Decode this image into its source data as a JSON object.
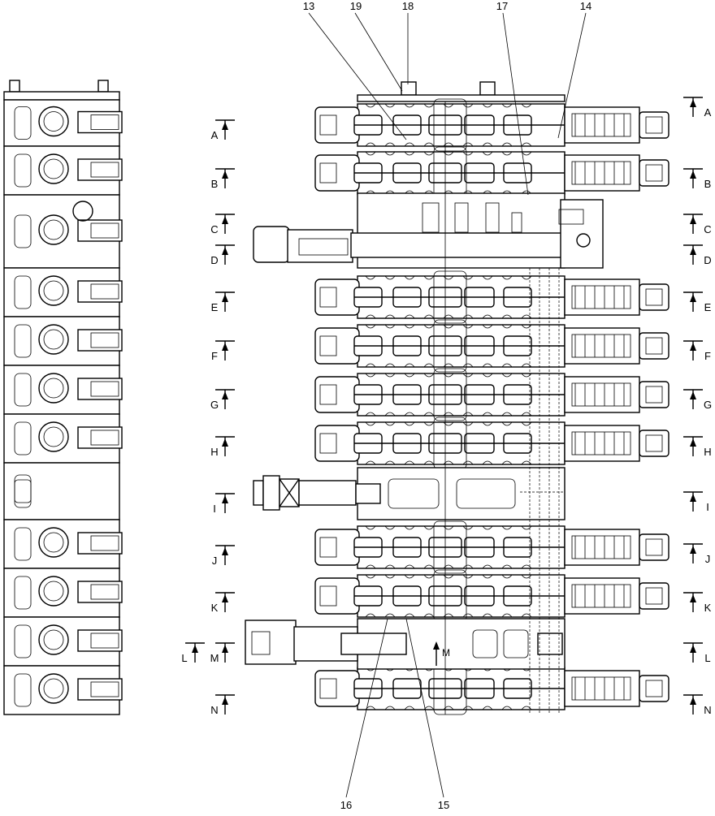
{
  "callouts": [
    "13",
    "19",
    "18",
    "17",
    "14",
    "16",
    "15"
  ],
  "sections": [
    "A",
    "B",
    "C",
    "D",
    "E",
    "F",
    "G",
    "H",
    "I",
    "J",
    "K",
    "L",
    "M",
    "N"
  ]
}
